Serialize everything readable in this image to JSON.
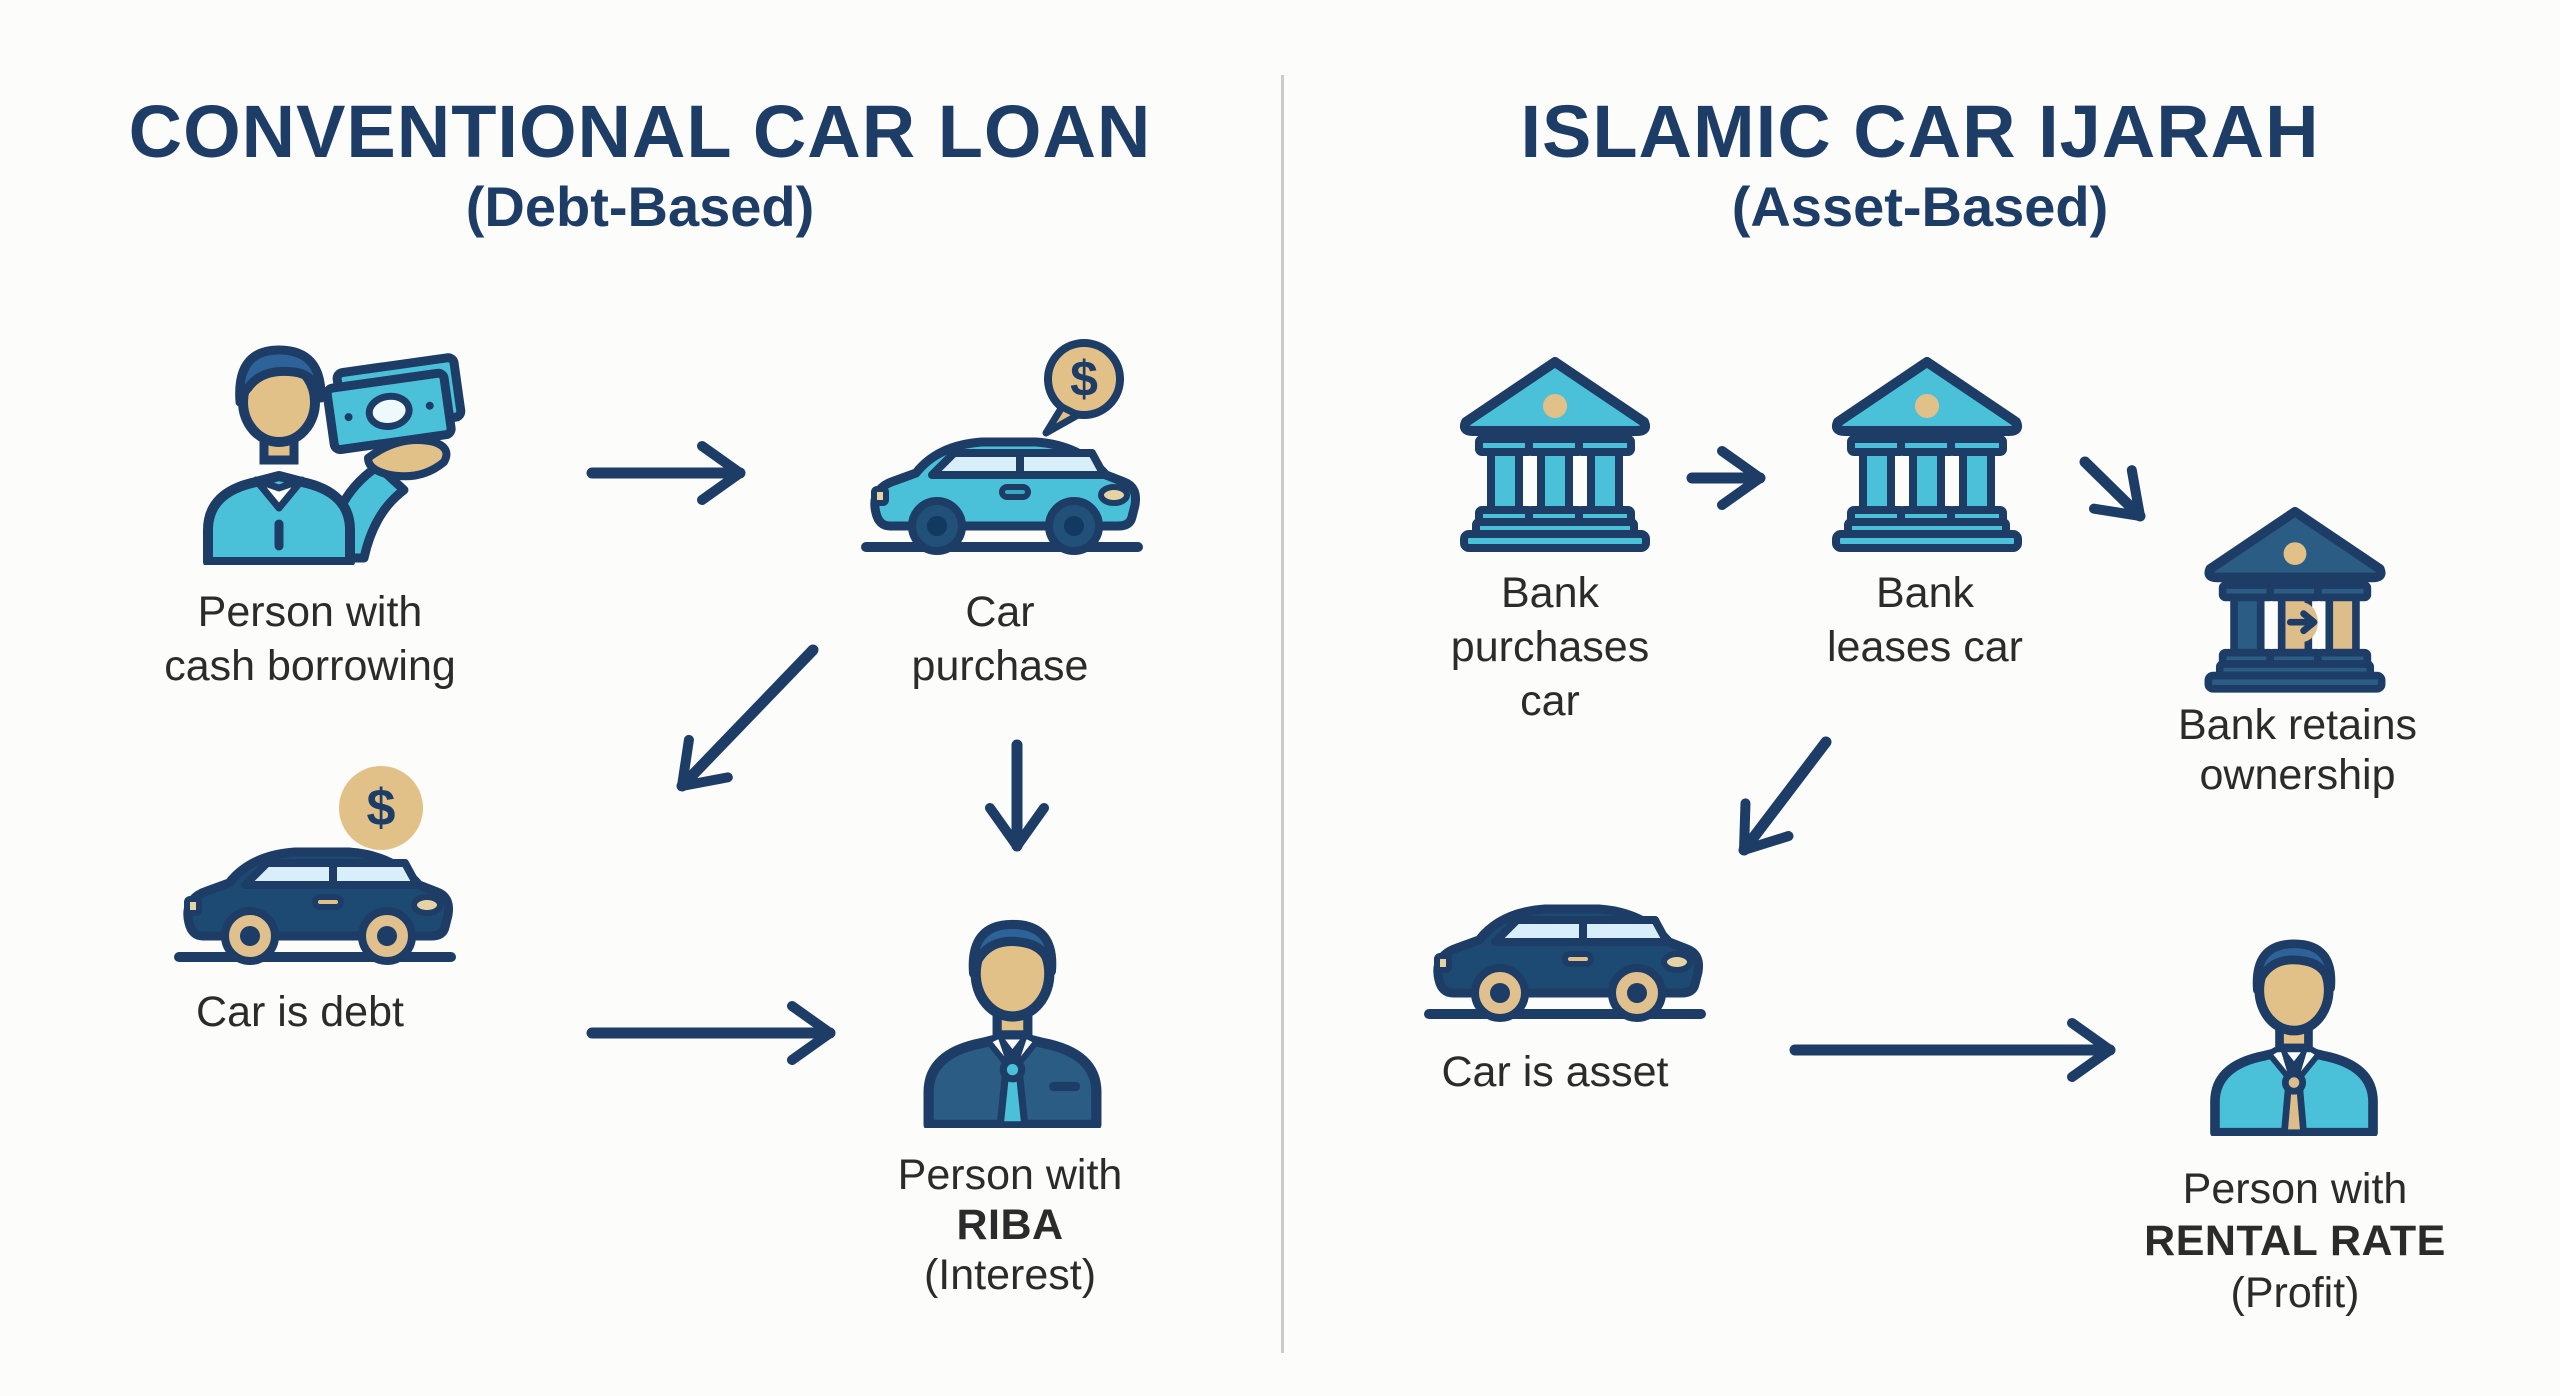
{
  "left": {
    "title": "CONVENTIONAL CAR LOAN",
    "subtitle": "(Debt-Based)",
    "person_cash": {
      "line1": "Person with",
      "line2": "cash borrowing"
    },
    "car_purchase": {
      "line1": "Car",
      "line2": "purchase"
    },
    "car_debt": {
      "line1": "Car is debt"
    },
    "person_riba": {
      "line1": "Person with",
      "line2": "RIBA",
      "line3": "(Interest)"
    }
  },
  "right": {
    "title": "ISLAMIC CAR IJARAH",
    "subtitle": "(Asset-Based)",
    "bank_purchases": {
      "line1": "Bank",
      "line2": "purchases",
      "line3": "car"
    },
    "bank_leases": {
      "line1": "Bank",
      "line2": "leases car"
    },
    "bank_retains": {
      "line1": "Bank retains",
      "line2": "ownership"
    },
    "car_asset": {
      "line1": "Car is asset"
    },
    "person_rental": {
      "line1": "Person with",
      "line2": "RENTAL RATE",
      "line3": "(Profit)"
    }
  },
  "symbols": {
    "dollar": "$"
  },
  "colors": {
    "title_navy": "#1d3d66",
    "outline_navy": "#1d3d66",
    "teal": "#4ac1d8",
    "window_blue": "#d8eef8",
    "tan": "#e2c189",
    "car_navy": "#1d4a73",
    "steel_blue": "#2a5c84",
    "hair_blue": "#2d6399",
    "skin_tan": "#e2c189",
    "label_text": "#2b2b2b",
    "divider_gray": "#cbcbcb",
    "background": "#fcfcfb"
  }
}
